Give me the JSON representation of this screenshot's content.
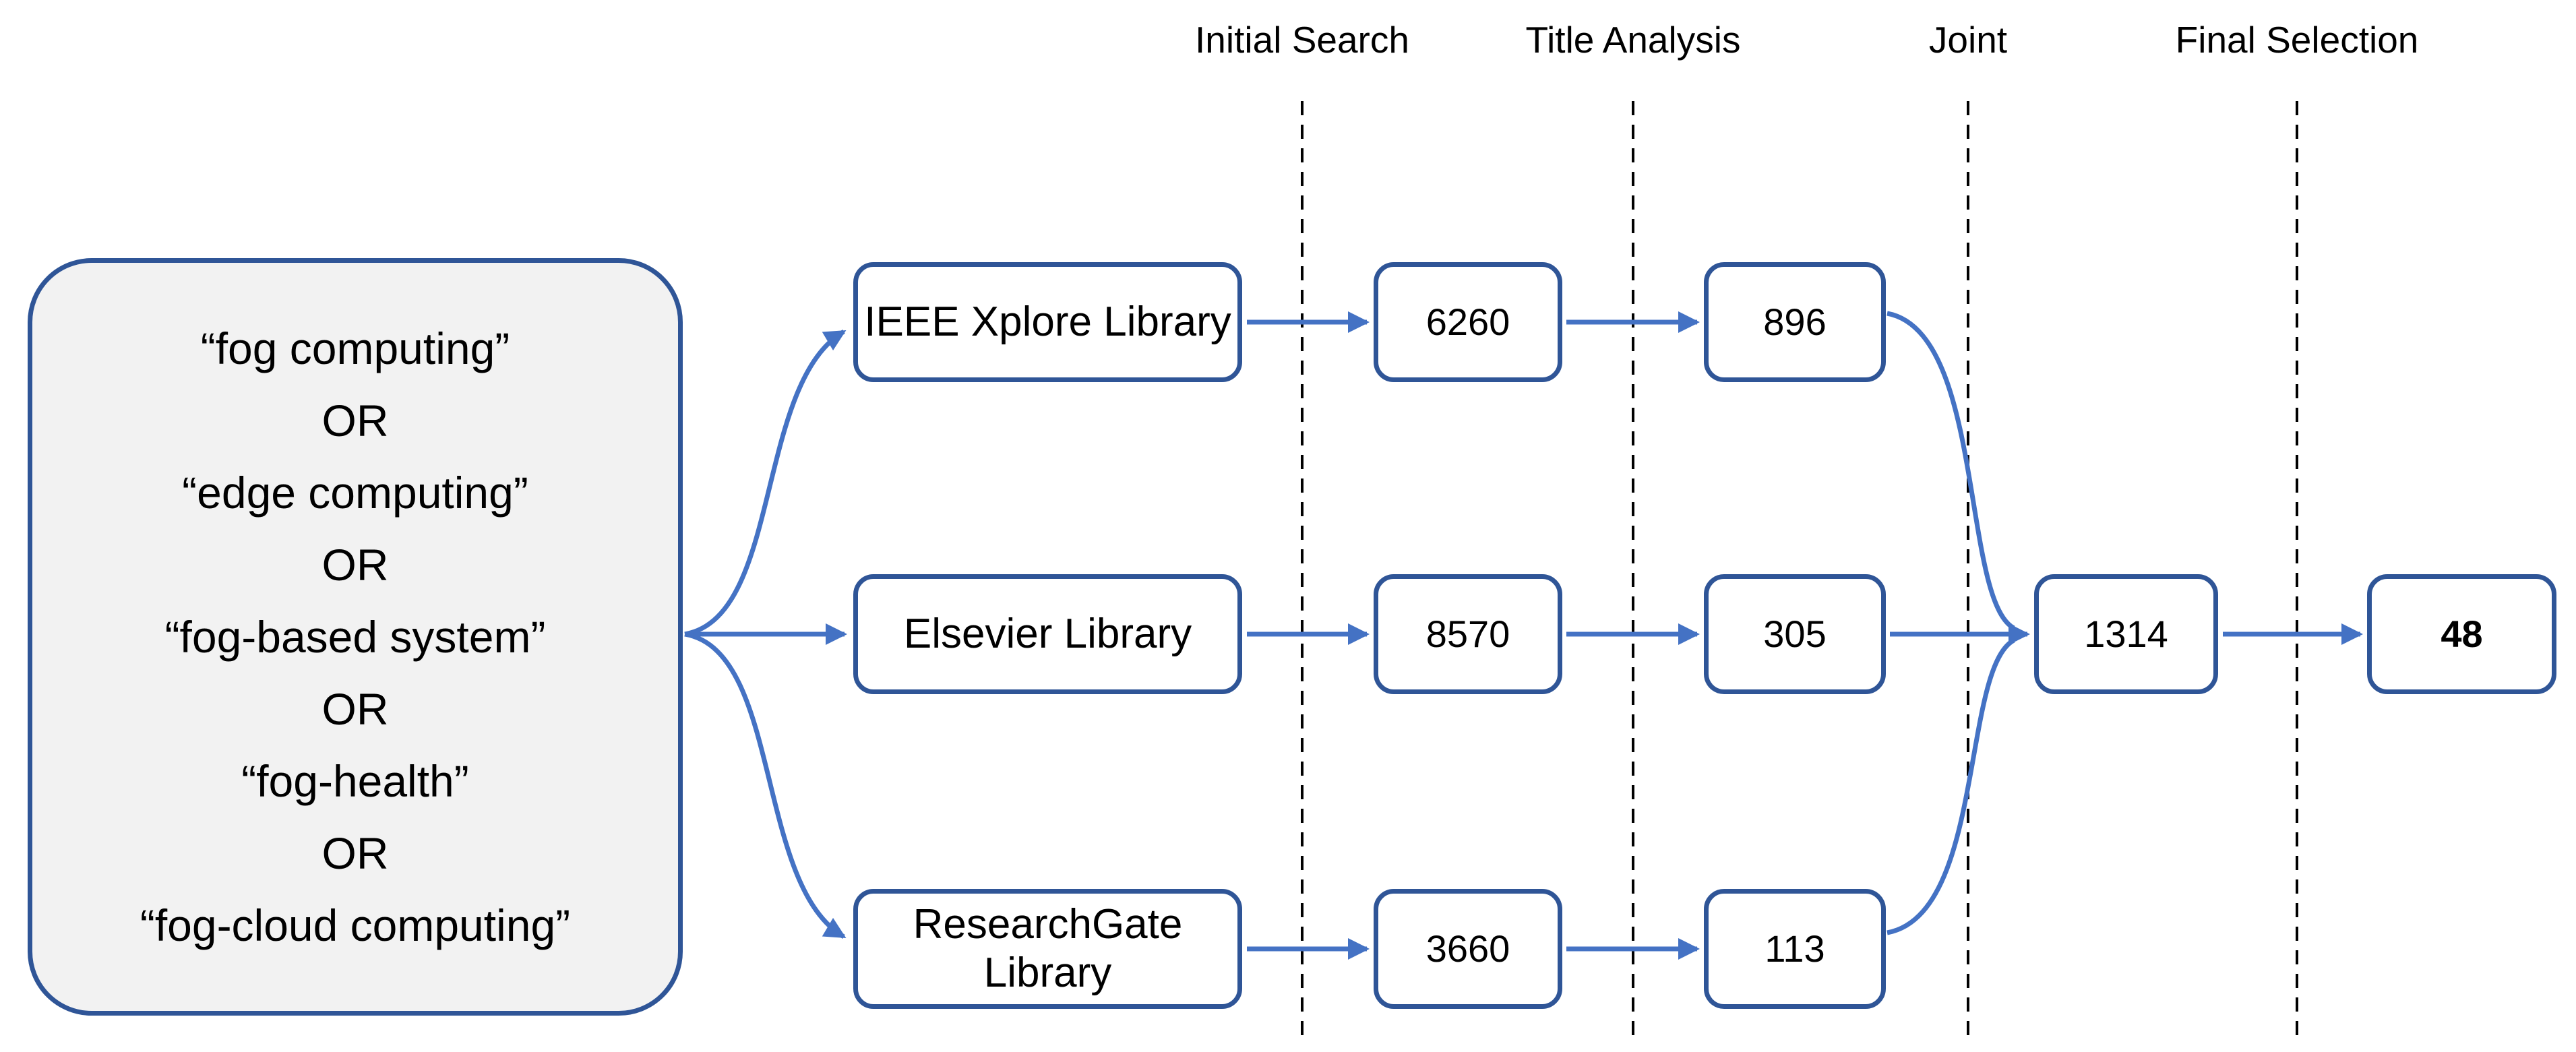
{
  "colors": {
    "arrow_blue": "#4472C4",
    "border_blue": "#2F5597",
    "query_fill": "#F2F2F2",
    "dash_color": "#000000",
    "text_color": "#000000"
  },
  "columns": [
    "Initial Search",
    "Title Analysis",
    "Joint",
    "Final Selection"
  ],
  "query_box": {
    "lines": [
      "“fog computing”",
      "OR",
      "“edge computing”",
      "OR",
      "“fog-based system”",
      "OR",
      "“fog-health”",
      "OR",
      "“fog-cloud computing”"
    ]
  },
  "sources": [
    {
      "name_lines": [
        "IEEE Xplore Library"
      ],
      "initial_count": "6260",
      "title_count": "896"
    },
    {
      "name_lines": [
        "Elsevier Library"
      ],
      "initial_count": "8570",
      "title_count": "305"
    },
    {
      "name_lines": [
        "ResearchGate",
        "Library"
      ],
      "initial_count": "3660",
      "title_count": "113"
    }
  ],
  "joint_count": "1314",
  "final_count": "48"
}
